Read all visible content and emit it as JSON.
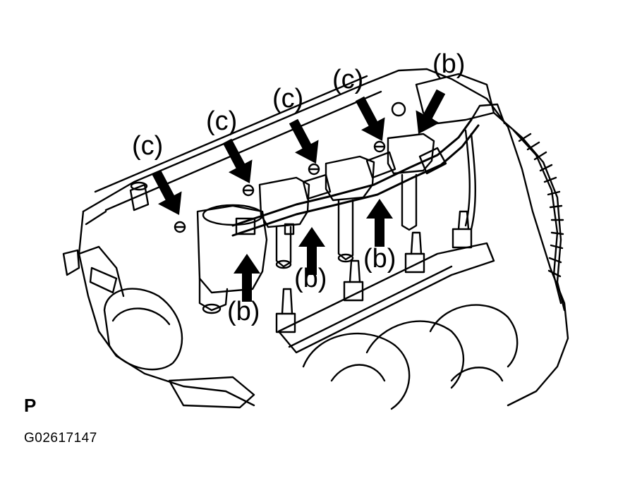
{
  "labels": {
    "b": "(b)",
    "c": "(c)"
  },
  "view_letter": "P",
  "figure_id": "G02617147",
  "colors": {
    "line": "#000000",
    "background": "#ffffff"
  }
}
